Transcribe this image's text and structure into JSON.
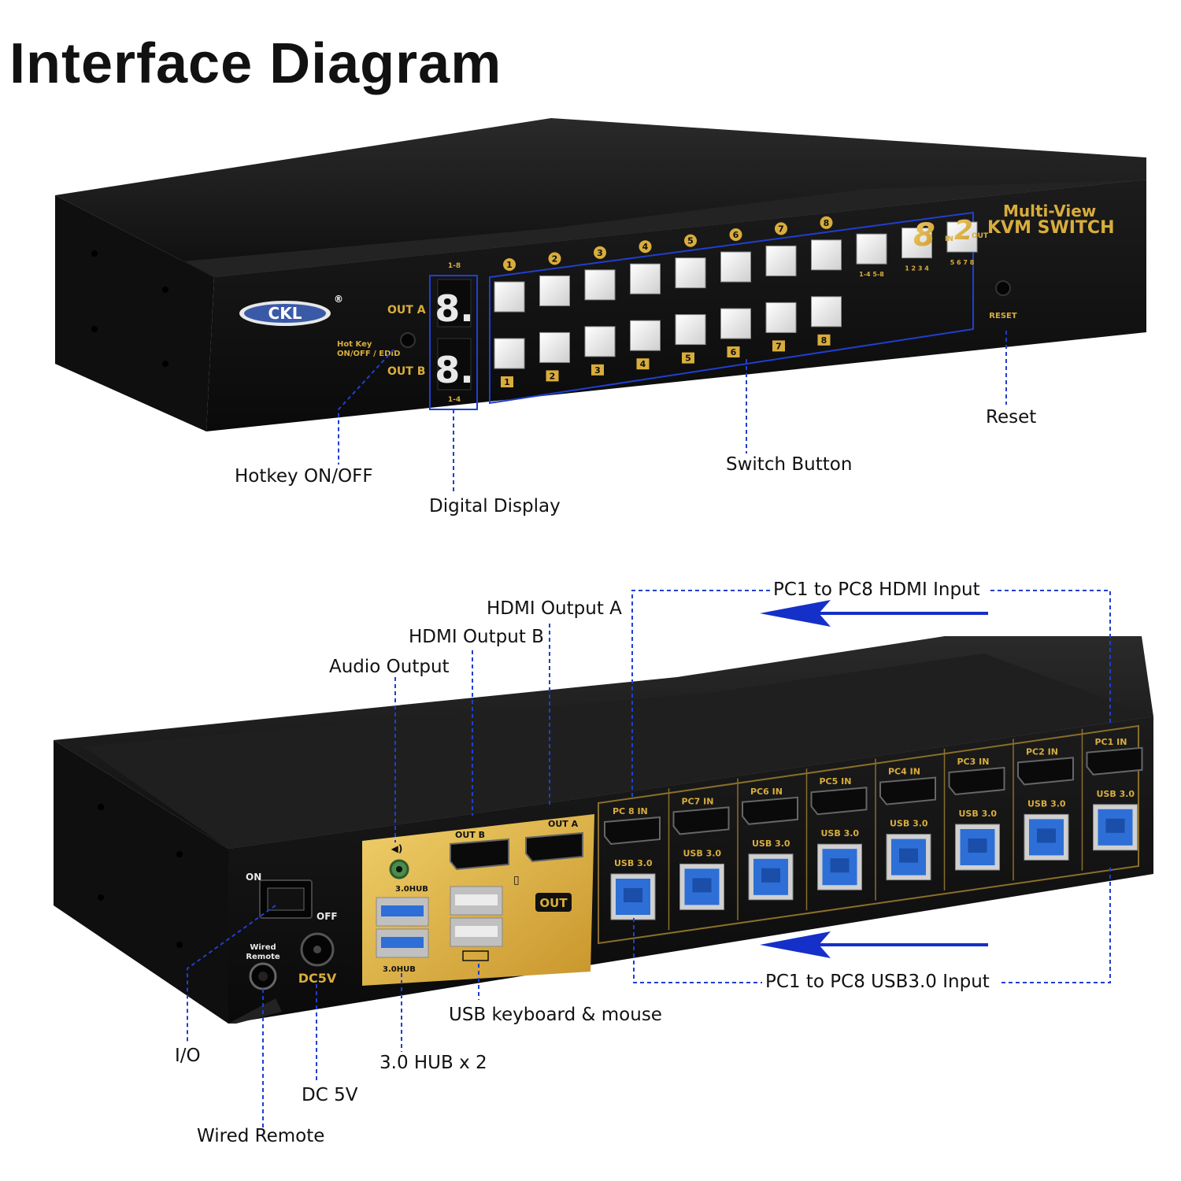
{
  "title": "Interface Diagram",
  "front_panel": {
    "brand": "CKL",
    "registered": "®",
    "model_line1": "Multi-View",
    "model_8": "8",
    "model_2": "2",
    "model_in": "IN",
    "model_out": "OUT",
    "model_line2": "KVM SWITCH",
    "out_a_label": "OUT A",
    "out_b_label": "OUT B",
    "hotkey_label_1": "Hot Key",
    "hotkey_label_2": "ON/OFF / EDID",
    "digit_a": "8.",
    "digit_b": "8.",
    "display_top_tag": "1-8",
    "display_bottom_tag": "1-4",
    "top_numbers": [
      "1",
      "2",
      "3",
      "4",
      "5",
      "6",
      "7",
      "8"
    ],
    "bottom_numbers": [
      "1",
      "2",
      "3",
      "4",
      "5",
      "6",
      "7",
      "8"
    ],
    "mode_icons": [
      "1-4 5-8",
      "1 2 3 4",
      "5 6 7 8"
    ],
    "reset_label": "RESET"
  },
  "rear_panel": {
    "on_label": "ON",
    "off_label": "OFF",
    "wired_remote_label_1": "Wired",
    "wired_remote_label_2": "Remote",
    "dc_label": "DC5V",
    "hub_label_top": "3.0HUB",
    "hub_label_bottom": "3.0HUB",
    "out_b_port": "OUT B",
    "out_a_port": "OUT A",
    "out_badge": "OUT",
    "pc_ports": [
      "PC 8 IN",
      "PC7 IN",
      "PC6 IN",
      "PC5 IN",
      "PC4 IN",
      "PC3 IN",
      "PC2 IN",
      "PC1 IN"
    ],
    "usb_label": "USB 3.0"
  },
  "callouts": {
    "hotkey": "Hotkey ON/OFF",
    "digital_display": "Digital Display",
    "switch_button": "Switch Button",
    "reset": "Reset",
    "hdmi_input": "PC1 to PC8 HDMI Input",
    "hdmi_out_a": "HDMI Output A",
    "hdmi_out_b": "HDMI Output B",
    "audio_out": "Audio Output",
    "usb_input": "PC1 to PC8 USB3.0 Input",
    "usb_kbm": "USB keyboard & mouse",
    "io": "I/O",
    "hub": "3.0 HUB x 2",
    "dc": "DC 5V",
    "wired_remote": "Wired Remote"
  },
  "colors": {
    "device_body": "#141414",
    "gold": "#d9ad3c",
    "callout_line": "#1f3fd0",
    "arrow": "#1530c8",
    "usb_blue": "#2d6fd6"
  }
}
